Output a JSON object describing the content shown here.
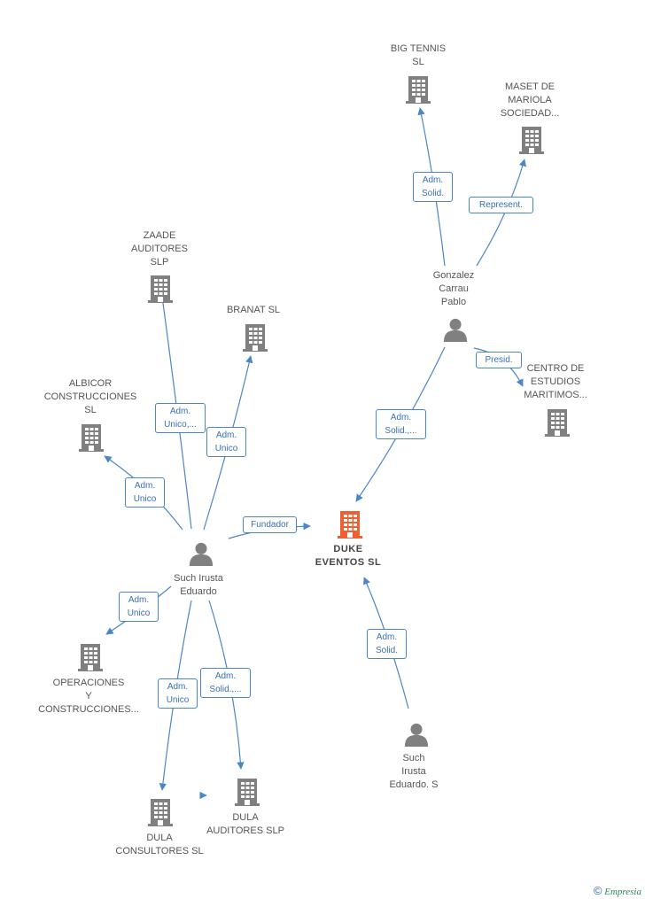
{
  "nodes": {
    "big_tennis": {
      "label": "BIG TENNIS\nSL"
    },
    "maset": {
      "label": "MASET DE\nMARIOLA\nSOCIEDAD..."
    },
    "gonzalez": {
      "label": "Gonzalez\nCarrau\nPablo"
    },
    "centro": {
      "label": "CENTRO DE\nESTUDIOS\nMARITIMOS..."
    },
    "zaade": {
      "label": "ZAADE\nAUDITORES\nSLP"
    },
    "branat": {
      "label": "BRANAT SL"
    },
    "albicor": {
      "label": "ALBICOR\nCONSTRUCCIONES\nSL"
    },
    "duke": {
      "label": "DUKE\nEVENTOS  SL"
    },
    "such": {
      "label": "Such Irusta\nEduardo"
    },
    "operaciones": {
      "label": "OPERACIONES\nY\nCONSTRUCCIONES..."
    },
    "dula_consultores": {
      "label": "DULA\nCONSULTORES SL"
    },
    "dula_auditores": {
      "label": "DULA\nAUDITORES SLP"
    },
    "such_s": {
      "label": "Such\nIrusta\nEduardo.  S"
    }
  },
  "edges": {
    "e_big_tennis": {
      "label": "Adm.\nSolid."
    },
    "e_maset": {
      "label": "Represent."
    },
    "e_centro": {
      "label": "Presid."
    },
    "e_gonzalez_duke": {
      "label": "Adm.\nSolid.,..."
    },
    "e_zaade": {
      "label": "Adm.\nUnico,..."
    },
    "e_branat": {
      "label": "Adm.\nUnico"
    },
    "e_albicor": {
      "label": "Adm.\nUnico"
    },
    "e_fundador": {
      "label": "Fundador"
    },
    "e_operaciones": {
      "label": "Adm.\nUnico"
    },
    "e_dula_consultores": {
      "label": "Adm.\nUnico"
    },
    "e_dula_auditores": {
      "label": "Adm.\nSolid.,..."
    },
    "e_such_s": {
      "label": "Adm.\nSolid."
    }
  },
  "colors": {
    "company": "#808080",
    "company_focus": "#ee6031",
    "person": "#808080",
    "edge": "#4a86c8"
  },
  "icons": {
    "company": "building-icon",
    "person": "person-icon"
  },
  "footer": {
    "copyright": "©",
    "brand": "Empresia"
  }
}
